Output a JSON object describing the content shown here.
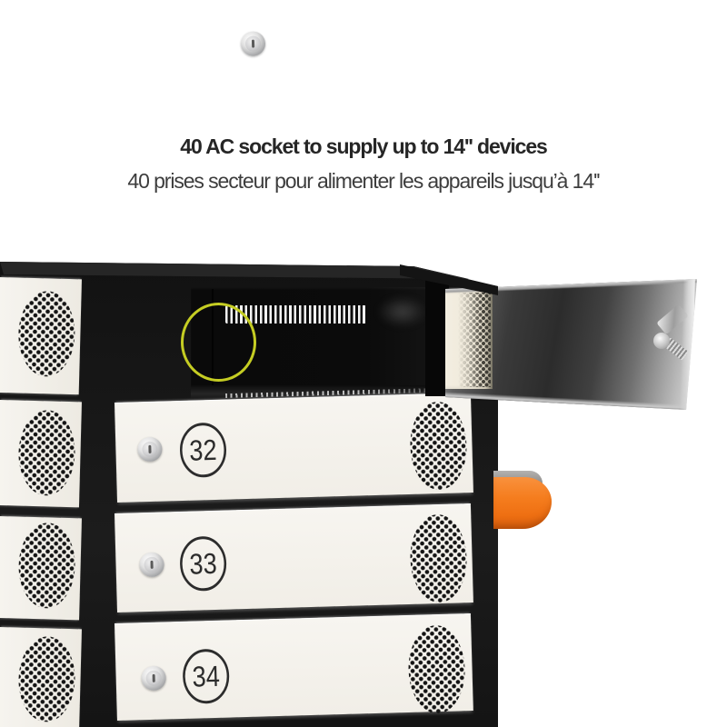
{
  "header": {
    "title_en": "40 AC socket to supply up to 14'' devices",
    "title_fr": "40 prises secteur pour alimenter les appareils jusqu’à 14''"
  },
  "cabinet": {
    "main_doors": [
      {
        "number": "32"
      },
      {
        "number": "33"
      },
      {
        "number": "34"
      }
    ],
    "left_doors_visible": 4
  },
  "colors": {
    "cabinet_black": "#171717",
    "door_white": "#f4f2ec",
    "handle_orange": "#f57d1e",
    "annotation_yellow": "#c5cd23",
    "title_color": "#262626",
    "subtitle_color": "#3d3d3d"
  }
}
